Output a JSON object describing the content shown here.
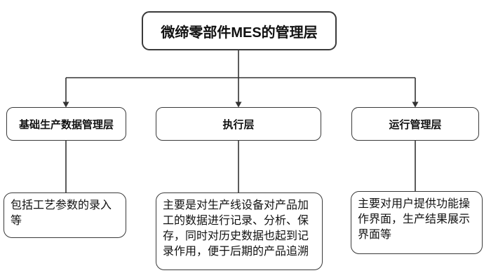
{
  "diagram": {
    "title": "微缔零部件MES的管理层",
    "branches": [
      {
        "label": "基础生产数据管理层",
        "desc": "包括工艺参数的录入\n等"
      },
      {
        "label": "执行层",
        "desc": "主要是对生产线设备对产品加\n工的数据进行记录、分析、保\n存，同时对历史数据也起到记\n录作用，便于后期的产品追溯"
      },
      {
        "label": "运行管理层",
        "desc": "主要对用户提供功能操\n作界面，生产结果展示\n界面等"
      }
    ],
    "colors": {
      "line": "#333333",
      "box_border": "#3a3a3a",
      "text": "#111111",
      "background": "#ffffff"
    }
  }
}
